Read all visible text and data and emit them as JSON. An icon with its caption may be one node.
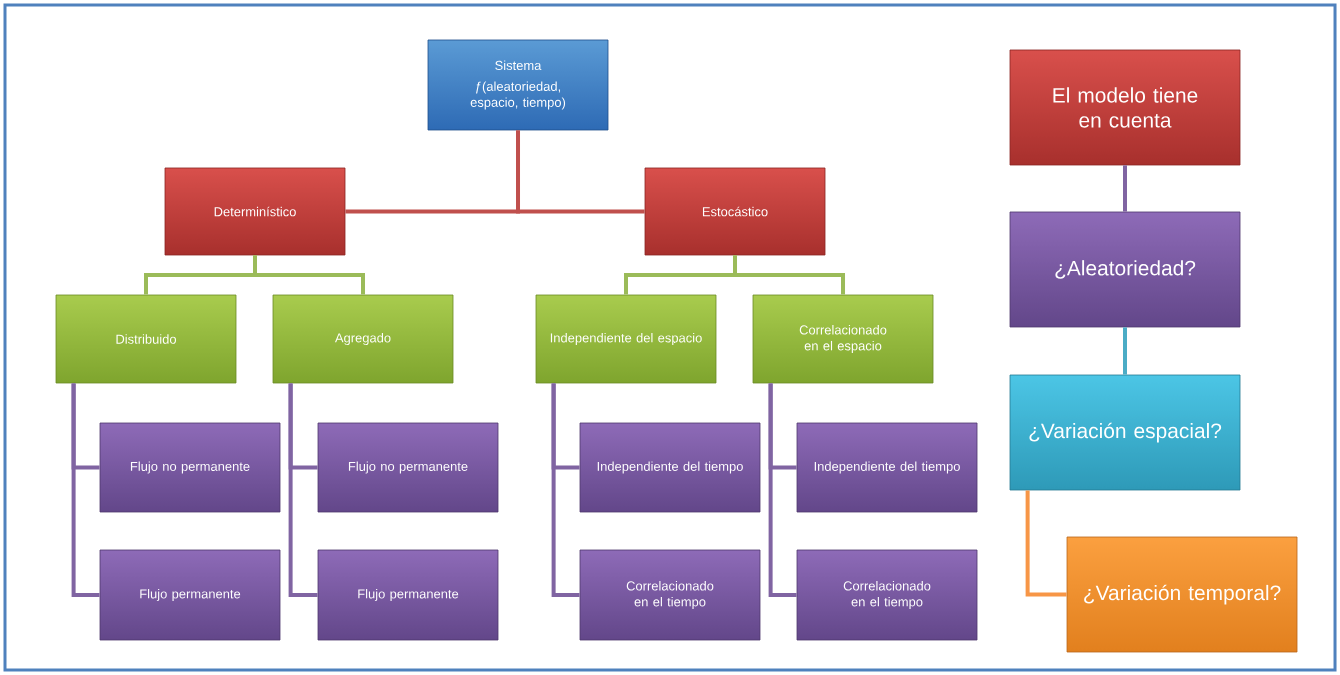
{
  "diagram": {
    "nodes": [
      {
        "text": [
          "Sistema",
          "ƒ(aleatoriedad, espacio, tiempo)"
        ]
      },
      {
        "text": [
          "Determinístico"
        ]
      },
      {
        "text": [
          "Estocástico"
        ]
      },
      {
        "text": [
          "Distribuido"
        ]
      },
      {
        "text": [
          "Agregado"
        ]
      },
      {
        "text": [
          "Independiente del espacio"
        ]
      },
      {
        "text": [
          "Correlacionado en el espacio"
        ]
      },
      {
        "text": [
          "Flujo no permanente"
        ]
      },
      {
        "text": [
          "Flujo permanente"
        ]
      },
      {
        "text": [
          "Flujo no permanente"
        ]
      },
      {
        "text": [
          "Flujo permanente"
        ]
      },
      {
        "text": [
          "Independiente del tiempo"
        ]
      },
      {
        "text": [
          "Correlacionado en el tiempo"
        ]
      },
      {
        "text": [
          "Independiente del tiempo"
        ]
      },
      {
        "text": [
          "Correlacionado en el tiempo"
        ]
      },
      {
        "text": [
          "El modelo tiene en cuenta"
        ]
      },
      {
        "text": [
          "¿Aleatoriedad?"
        ]
      },
      {
        "text": [
          "¿Variación espacial?"
        ]
      },
      {
        "text": [
          "¿Variación temporal?"
        ]
      }
    ],
    "edges": [
      {
        "from": 0,
        "to": 1,
        "arrow": "none",
        "color": "#c0504d"
      },
      {
        "from": 0,
        "to": 2,
        "arrow": "none",
        "color": "#c0504d"
      },
      {
        "from": 1,
        "to": 3,
        "arrow": "none",
        "color": "#9bbb59"
      },
      {
        "from": 1,
        "to": 4,
        "arrow": "none",
        "color": "#9bbb59"
      },
      {
        "from": 2,
        "to": 5,
        "arrow": "none",
        "color": "#9bbb59"
      },
      {
        "from": 2,
        "to": 6,
        "arrow": "none",
        "color": "#9bbb59"
      },
      {
        "from": 3,
        "to": 7,
        "arrow": "none"
      },
      {
        "from": 3,
        "to": 8,
        "arrow": "none"
      },
      {
        "from": 4,
        "to": 9,
        "arrow": "none"
      },
      {
        "from": 4,
        "to": 10,
        "arrow": "none"
      },
      {
        "from": 5,
        "to": 11,
        "arrow": "none"
      },
      {
        "from": 5,
        "to": 12,
        "arrow": "none"
      },
      {
        "from": 6,
        "to": 13,
        "arrow": "none"
      },
      {
        "from": 6,
        "to": 14,
        "arrow": "none"
      },
      {
        "from": 15,
        "to": 16,
        "arrow": "none"
      },
      {
        "from": 16,
        "to": 17,
        "arrow": "none",
        "color": "#4bacc6"
      },
      {
        "from": 17,
        "to": 18,
        "arrow": "none",
        "color": "#f79646"
      }
    ]
  }
}
